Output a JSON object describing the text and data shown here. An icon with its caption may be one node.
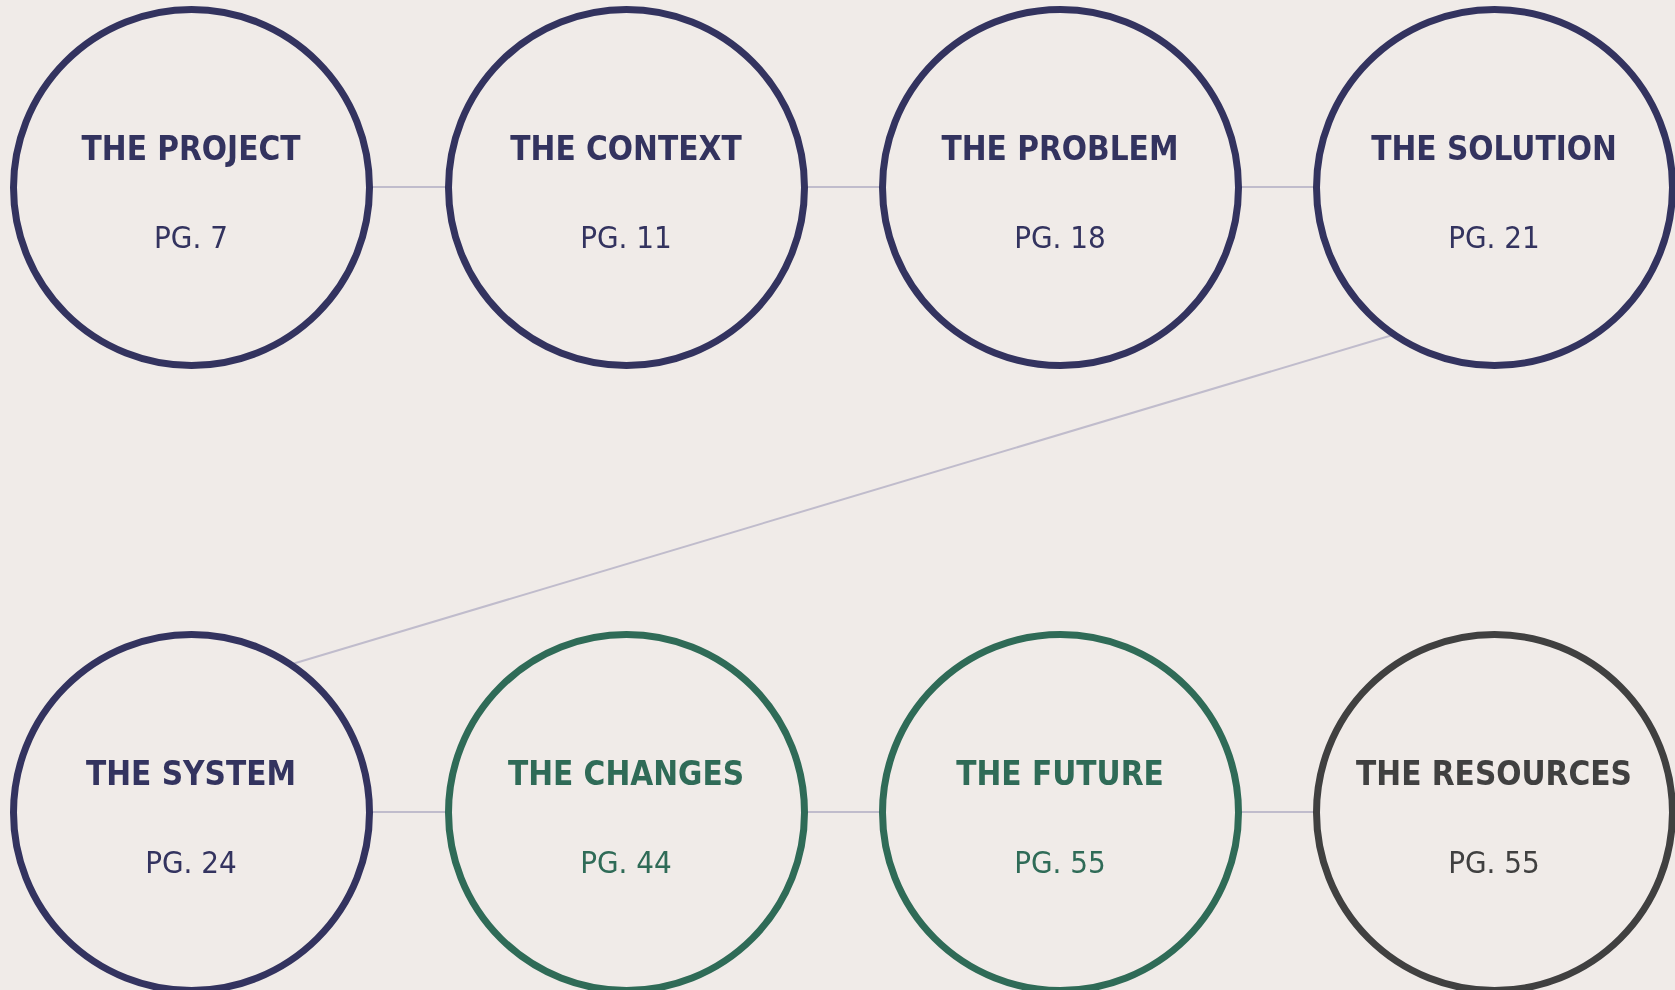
{
  "diagram": {
    "nodes": [
      {
        "text": [
          "THE PROJECT",
          "PG. 7"
        ]
      },
      {
        "text": [
          "THE CONTEXT",
          "PG. 11"
        ]
      },
      {
        "text": [
          "THE PROBLEM",
          "PG. 18"
        ]
      },
      {
        "text": [
          "THE SOLUTION",
          "PG. 21"
        ]
      },
      {
        "text": [
          "THE SYSTEM",
          "PG. 24"
        ]
      },
      {
        "text": [
          "THE CHANGES",
          "PG. 44"
        ]
      },
      {
        "text": [
          "THE FUTURE",
          "PG. 55"
        ]
      },
      {
        "text": [
          "THE RESOURCES",
          "PG. 55"
        ]
      }
    ],
    "edges": [
      {
        "from": 0,
        "to": 1,
        "arrow": "none"
      },
      {
        "from": 1,
        "to": 2,
        "arrow": "none"
      },
      {
        "from": 2,
        "to": 3,
        "arrow": "none"
      },
      {
        "from": 3,
        "to": 4,
        "arrow": "none"
      },
      {
        "from": 4,
        "to": 5,
        "arrow": "none"
      },
      {
        "from": 5,
        "to": 6,
        "arrow": "none"
      },
      {
        "from": 6,
        "to": 7,
        "arrow": "none"
      }
    ]
  }
}
